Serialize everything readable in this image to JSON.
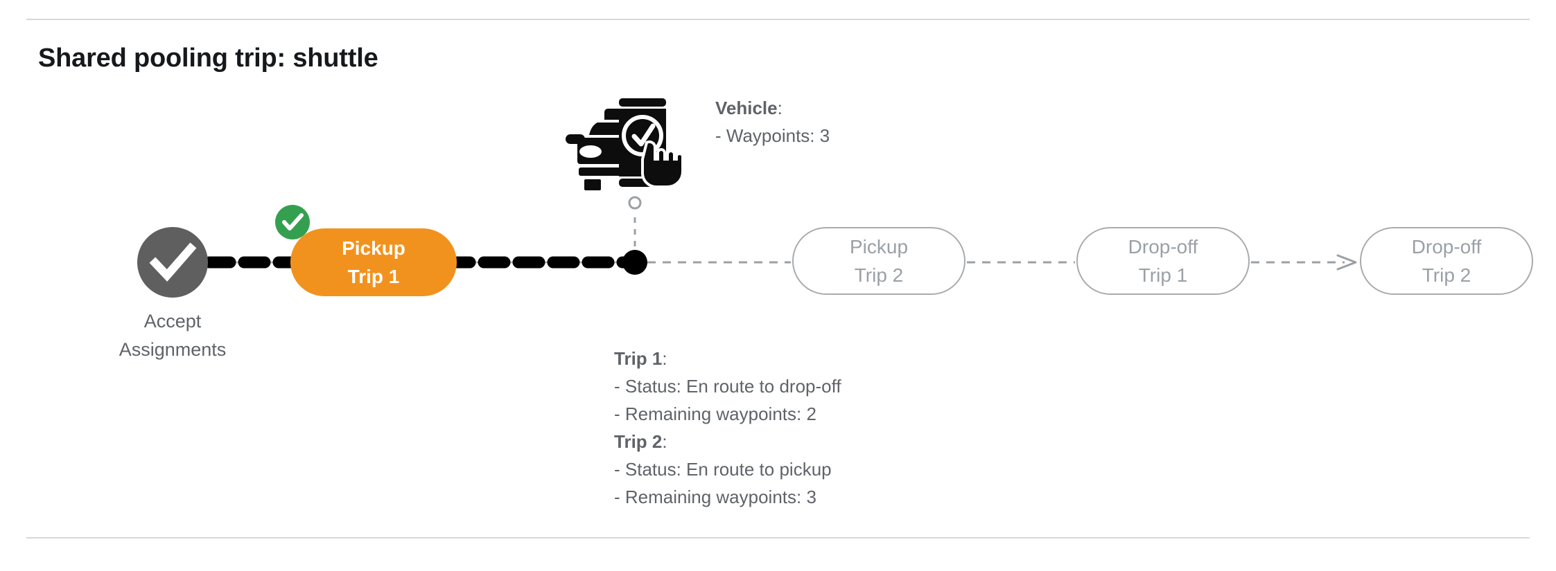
{
  "page": {
    "title": "Shared pooling trip: shuttle"
  },
  "colors": {
    "active_pill": "#f2921e",
    "badge_green": "#34a04f",
    "completed_node": "#5f5f5f",
    "upcoming_outline": "#a8abad",
    "upcoming_text": "#9aa0a6",
    "body_text": "#5f6368",
    "rule": "#d6d8da"
  },
  "timeline": {
    "start_node": {
      "icon": "check-circle-icon",
      "label_line1": "Accept",
      "label_line2": "Assignments",
      "state": "completed"
    },
    "nodes": [
      {
        "line1": "Pickup",
        "line2": "Trip 1",
        "state": "completed",
        "badge": "check-badge-icon"
      },
      {
        "line1": "Pickup",
        "line2": "Trip 2",
        "state": "upcoming"
      },
      {
        "line1": "Drop-off",
        "line2": "Trip 1",
        "state": "upcoming"
      },
      {
        "line1": "Drop-off",
        "line2": "Trip 2",
        "state": "upcoming"
      }
    ],
    "vehicle_marker": {
      "icon": "vehicle-position-dot",
      "leader_icon": "hollow-circle-icon"
    }
  },
  "callouts": {
    "vehicle": {
      "heading": "Vehicle",
      "heading_suffix": ":",
      "line1": "- Waypoints: 3",
      "icon": "vehicle-app-check-icon"
    },
    "trips": {
      "trip1_heading": "Trip 1",
      "trip1_suffix": ":",
      "trip1_status": "- Status:  En route to drop-off",
      "trip1_waypoints": "- Remaining waypoints: 2",
      "trip2_heading": "Trip 2",
      "trip2_suffix": ":",
      "trip2_status": "- Status:  En route to pickup",
      "trip2_waypoints": "- Remaining waypoints: 3"
    }
  }
}
